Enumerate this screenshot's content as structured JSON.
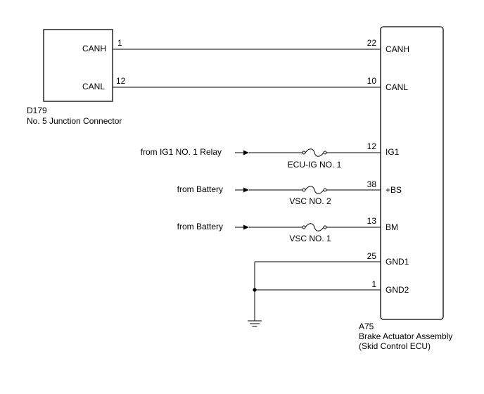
{
  "junction_connector": {
    "id": "D179",
    "name": "No. 5 Junction Connector",
    "pins": [
      {
        "label": "CANH",
        "number": "1"
      },
      {
        "label": "CANL",
        "number": "12"
      }
    ]
  },
  "actuator": {
    "id": "A75",
    "name": "Brake Actuator Assembly",
    "subname": "(Skid Control ECU)",
    "pins": [
      {
        "label": "CANH",
        "number": "22"
      },
      {
        "label": "CANL",
        "number": "10"
      },
      {
        "label": "IG1",
        "number": "12"
      },
      {
        "label": "+BS",
        "number": "38"
      },
      {
        "label": "BM",
        "number": "13"
      },
      {
        "label": "GND1",
        "number": "25"
      },
      {
        "label": "GND2",
        "number": "1"
      }
    ]
  },
  "sources": [
    {
      "text": "from IG1 NO. 1 Relay",
      "fuse": "ECU-IG NO. 1"
    },
    {
      "text": "from Battery",
      "fuse": "VSC NO. 2"
    },
    {
      "text": "from Battery",
      "fuse": "VSC NO. 1"
    }
  ]
}
